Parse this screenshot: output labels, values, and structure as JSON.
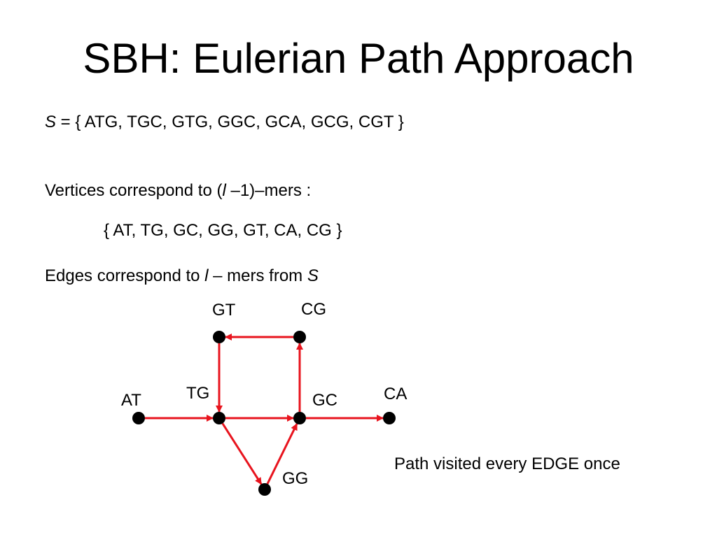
{
  "slide": {
    "title": "SBH: Eulerian Path Approach",
    "set_line": {
      "var": "S",
      "equals": " = { ",
      "members": "ATG, TGC, GTG, GGC, GCA, GCG, CGT",
      "close": "  }"
    },
    "vertices_line": {
      "text_a": "Vertices correspond to (",
      "var": "l",
      "text_b": " –1)–mers :"
    },
    "vertices_list": "{ AT, TG, GC, GG, GT, CA, CG }",
    "edges_line": {
      "text_a": "Edges correspond to ",
      "var_l": "l",
      "text_b": " – mers from ",
      "var_s": "S"
    },
    "path_note": "Path visited every EDGE once"
  },
  "graph": {
    "edge_color": "#e8141e",
    "vertex_color": "#000000",
    "vertices": [
      {
        "id": "AT",
        "label": "AT"
      },
      {
        "id": "TG",
        "label": "TG"
      },
      {
        "id": "GC",
        "label": "GC"
      },
      {
        "id": "CA",
        "label": "CA"
      },
      {
        "id": "GT",
        "label": "GT"
      },
      {
        "id": "CG",
        "label": "CG"
      },
      {
        "id": "GG",
        "label": "GG"
      }
    ],
    "edges": [
      {
        "from": "AT",
        "to": "TG"
      },
      {
        "from": "TG",
        "to": "GC"
      },
      {
        "from": "GC",
        "to": "CA"
      },
      {
        "from": "TG",
        "to": "GG"
      },
      {
        "from": "GG",
        "to": "GC"
      },
      {
        "from": "GC",
        "to": "CG"
      },
      {
        "from": "CG",
        "to": "GT"
      },
      {
        "from": "GT",
        "to": "TG"
      }
    ]
  }
}
